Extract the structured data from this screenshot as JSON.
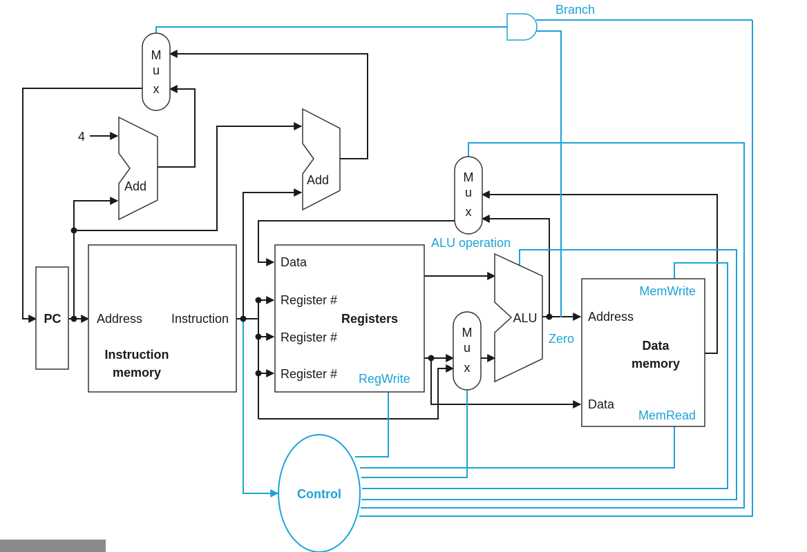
{
  "colors": {
    "datapath": "#1a1a1a",
    "control": "#1ca3d7",
    "background": "#ffffff"
  },
  "labels": {
    "branch": "Branch",
    "mux_top_1": "M",
    "mux_top_2": "u",
    "mux_top_3": "x",
    "mux_mid_1": "M",
    "mux_mid_2": "u",
    "mux_mid_3": "x",
    "mux_low_1": "M",
    "mux_low_2": "u",
    "mux_low_3": "x",
    "const_four": "4",
    "add_pc": "Add",
    "add_branch": "Add",
    "alu_operation": "ALU operation",
    "pc": "PC",
    "imem_address": "Address",
    "imem_instruction": "Instruction",
    "imem_title_1": "Instruction",
    "imem_title_2": "memory",
    "reg_data": "Data",
    "reg_readreg1": "Register #",
    "reg_readreg2": "Register #",
    "reg_writereg": "Register #",
    "reg_title": "Registers",
    "reg_write": "RegWrite",
    "alu": "ALU",
    "zero": "Zero",
    "dmem_memwrite": "MemWrite",
    "dmem_address": "Address",
    "dmem_title_1": "Data",
    "dmem_title_2": "memory",
    "dmem_data": "Data",
    "dmem_memread": "MemRead",
    "control": "Control"
  }
}
